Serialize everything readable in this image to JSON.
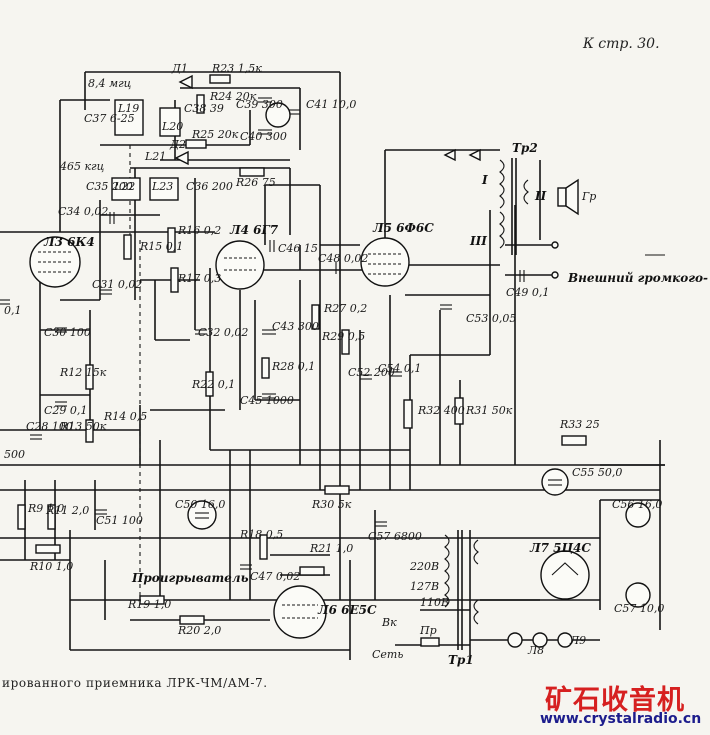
{
  "header": {
    "page_ref": "К стр. 30."
  },
  "caption": "ированного приемника ЛРК-ЧМ/АМ-7.",
  "watermark": {
    "title": "矿石收音机",
    "url": "www.crystalradio.cn",
    "title_color": "#d62020",
    "url_color": "#1c1c8c"
  },
  "labels": {
    "f_84": "8,4 мгц",
    "f_465": "465 кгц",
    "d1": "Д1",
    "d2": "Д2",
    "r23": "R23 1,5к",
    "r24": "R24 20к",
    "r25": "R25 20к",
    "r26": "R26 75",
    "c37": "C37 6-25",
    "l19": "L19",
    "c38": "C38 39",
    "l20": "L20",
    "l21": "L21",
    "c39": "C39 300",
    "c40": "C40 300",
    "c41": "C41 10,0",
    "c35": "C35 200",
    "l22": "L22",
    "l23": "L23",
    "c36": "C36 200",
    "c34": "C34 0,02",
    "l3": "Л3 6К4",
    "r15": "R15 0,1",
    "r16": "R16 0,2",
    "r17": "R17 0,3",
    "l4": "Л4 6Г7",
    "c46": "C46 15",
    "c48": "C48 0,02",
    "l5": "Л5 6Ф6С",
    "tr2": "Тр2",
    "w1": "I",
    "w2": "II",
    "w3": "III",
    "gr": "Гр",
    "ext_speaker": "Внешний громкого- воритель",
    "c49": "C49 0,1",
    "c31": "C31 0,02",
    "c30": "C30 100",
    "r12": "R12 15к",
    "c29": "C29 0,1",
    "r13": "R13 50к",
    "r14": "R14 0,5",
    "c28": "C28 100",
    "v500": "500",
    "c32": "C32 0,02",
    "r22": "R22 0,1",
    "c43": "C43 300",
    "r28": "R28 0,1",
    "c45": "C45 1000",
    "r27": "R27 0,2",
    "r29": "R29 0,5",
    "c52": "C52 200",
    "c54": "C54 0,1",
    "r32": "R32 400",
    "r31": "R31 50к",
    "c53": "C53 0,05",
    "r33": "R33 25",
    "c55": "C55 50,0",
    "r9": "R9 1,0",
    "r11": "R11 2,0",
    "c51": "C51 100",
    "c50": "C50 16,0",
    "r30": "R30 5к",
    "c57x": "C57 6800",
    "c56": "C56 16,0",
    "c57": "C57 10,0",
    "r10": "R10 1,0",
    "r18": "R18 0,5",
    "r21": "R21 1,0",
    "v220": "220В",
    "v127": "127В",
    "v110": "110В",
    "vk": "Вк",
    "pr": "Пр",
    "set": "Сеть",
    "l7": "Л7 5Ц4С",
    "l8": "Л8",
    "l9": "Л9",
    "tr1": "Тр1",
    "l6": "Л6 6Е5С",
    "player": "Проигрыватель",
    "c47": "C47 0,02",
    "r19": "R19 1,0",
    "r20": "R20 2,0",
    "c_left": "0,1"
  }
}
